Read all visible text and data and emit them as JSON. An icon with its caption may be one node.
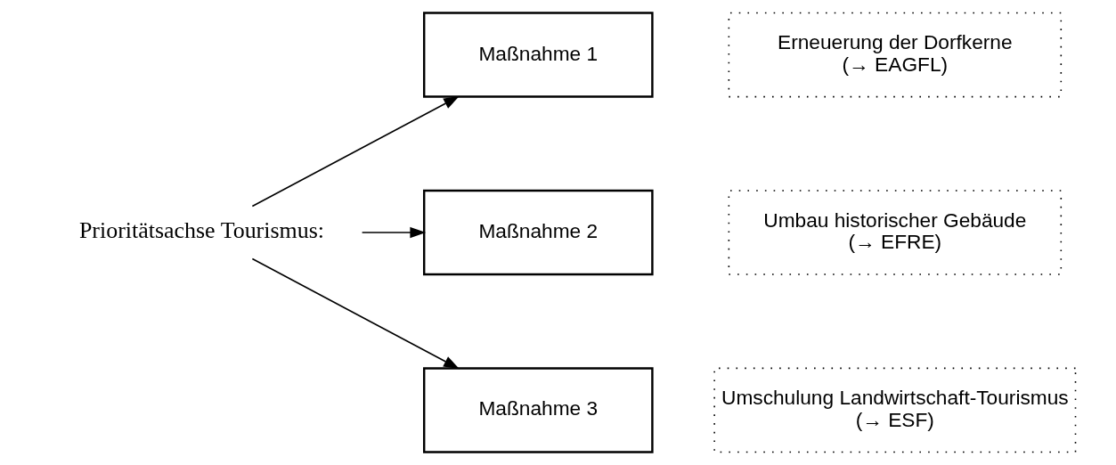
{
  "diagram": {
    "nodes": [
      {
        "text": [
          "Prioritätsachse Tourismus:"
        ]
      },
      {
        "text": [
          "Maßnahme 1"
        ]
      },
      {
        "text": [
          "Erneuerung der Dorfkerne",
          "(→ EAGFL)"
        ]
      },
      {
        "text": [
          "Maßnahme 2"
        ]
      },
      {
        "text": [
          "Umbau historischer Gebäude",
          "(→ EFRE)"
        ]
      },
      {
        "text": [
          "Maßnahme 3"
        ]
      },
      {
        "text": [
          "Umschulung Landwirtschaft-Tourismus",
          "(→ ESF)"
        ]
      }
    ],
    "edges": [
      {
        "from": 0,
        "to": 1,
        "arrow": "to"
      },
      {
        "from": 0,
        "to": 3,
        "arrow": "to"
      },
      {
        "from": 0,
        "to": 5,
        "arrow": "to"
      }
    ]
  }
}
